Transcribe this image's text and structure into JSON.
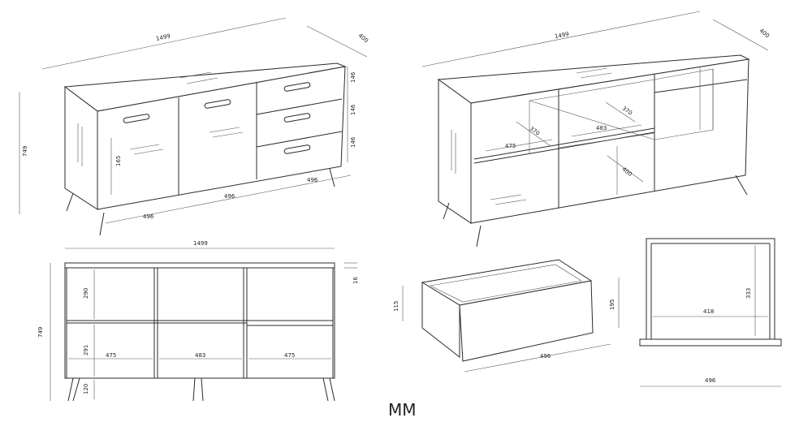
{
  "unit_label": "MM",
  "views": {
    "front_closed": {
      "width": "1499",
      "depth": "400",
      "height": "749",
      "drawer_h1": "146",
      "drawer_h2": "146",
      "drawer_h3": "146",
      "door_h": "165",
      "w_left": "496",
      "w_mid": "496",
      "w_right": "496"
    },
    "front_open": {
      "width": "1499",
      "depth": "400",
      "shelf_depth_1": "370",
      "shelf_depth_2": "370",
      "w_left": "475",
      "w_mid": "483",
      "depth_lower": "400"
    },
    "elevation": {
      "width": "1499",
      "height": "749",
      "top_thk": "16",
      "upper_h": "290",
      "lower_h": "291",
      "leg_h": "120",
      "w_left": "475",
      "w_mid": "483",
      "w_right": "475"
    },
    "drawer": {
      "side_h": "115",
      "front_h": "195",
      "front_w": "496"
    },
    "drawer_section": {
      "inner_h": "333",
      "inner_w": "418",
      "outer_w": "496"
    }
  }
}
